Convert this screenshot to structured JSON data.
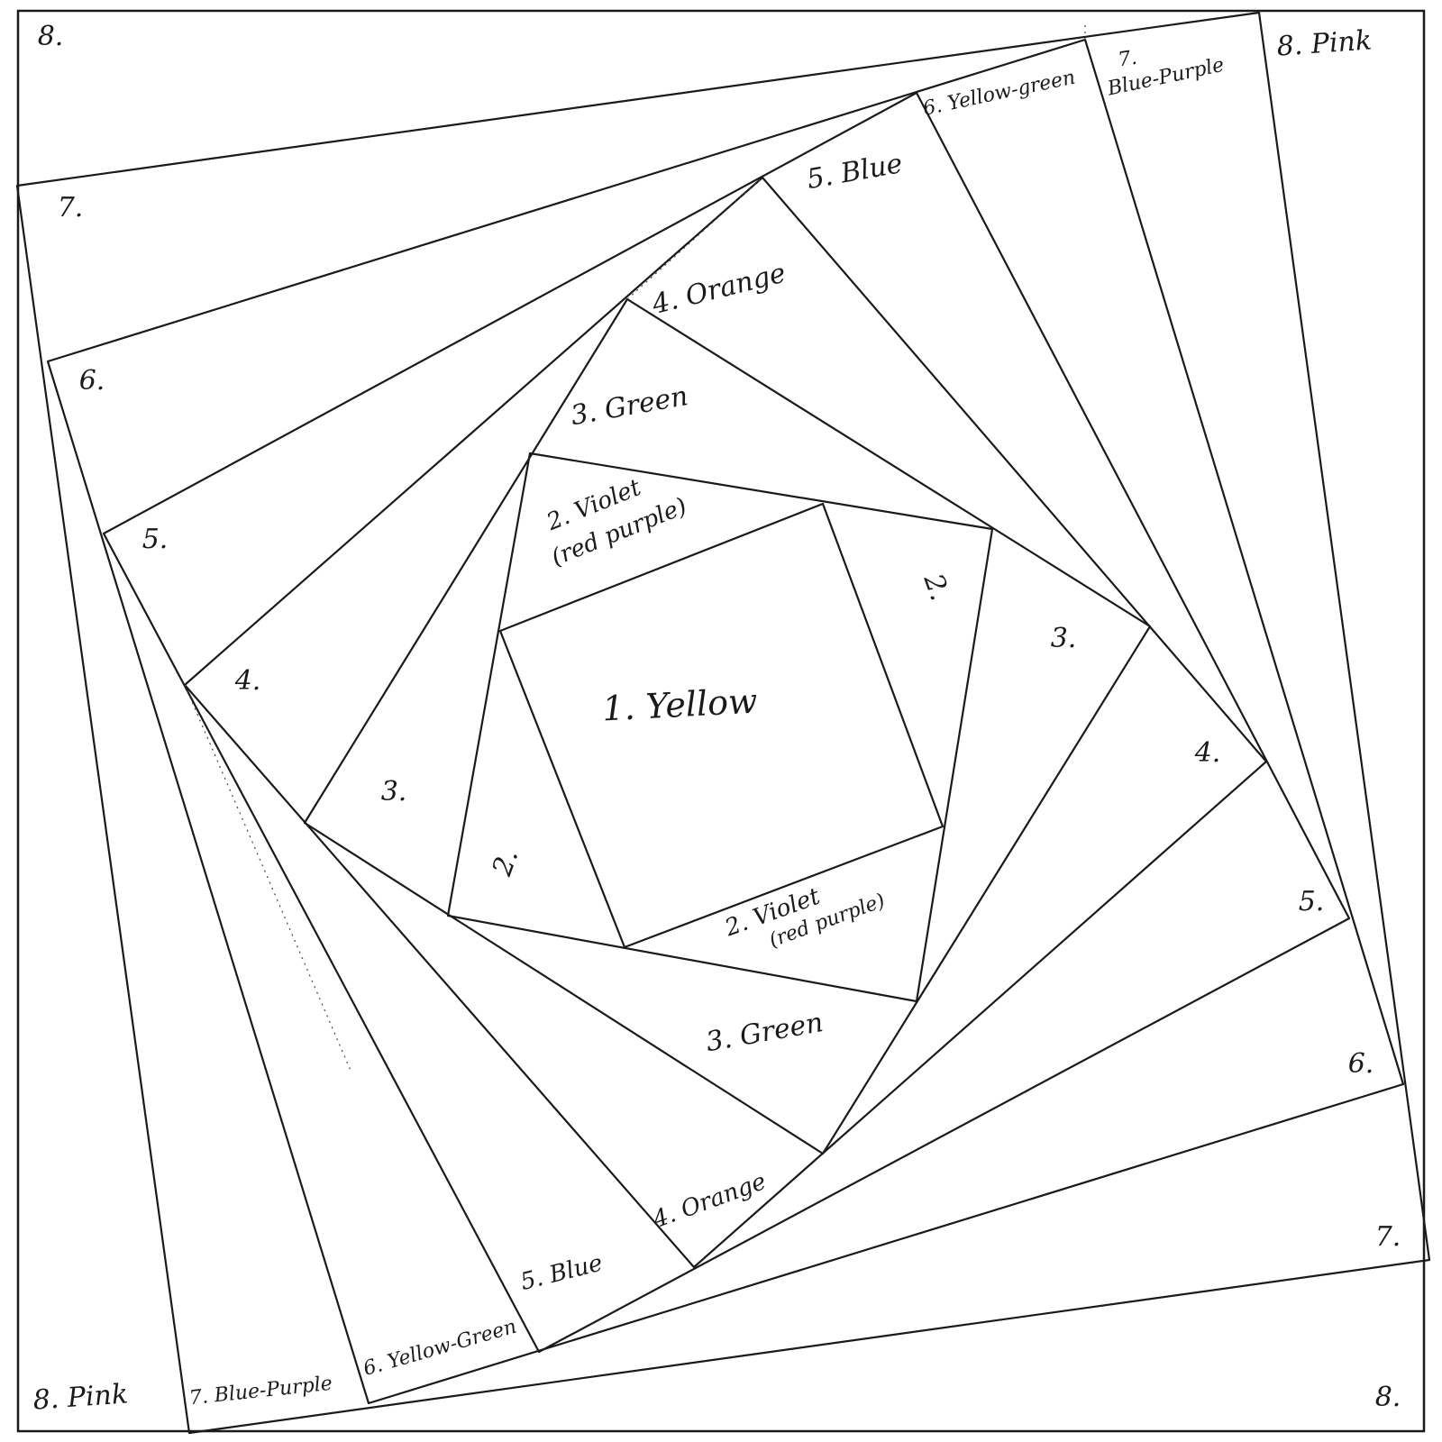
{
  "center": {
    "label": "1. Yellow"
  },
  "round2": {
    "top": [
      "2. Violet",
      "(red purple)"
    ],
    "bottom": [
      "2. Violet",
      "(red purple)"
    ],
    "right": "2.",
    "left": "2."
  },
  "round3": {
    "top": "3. Green",
    "bottom": "3. Green",
    "right": "3.",
    "left": "3."
  },
  "round4": {
    "top": "4. Orange",
    "bottom": "4. Orange",
    "right": "4.",
    "left": "4."
  },
  "round5": {
    "top": "5. Blue",
    "bottom": "5. Blue",
    "right": "5.",
    "left": "5."
  },
  "round6": {
    "top": "6. Yellow-green",
    "bottom": "6. Yellow-Green",
    "right": "6.",
    "left": "6."
  },
  "round7": {
    "top": [
      "7.",
      "Blue-Purple"
    ],
    "bottom": "7. Blue-Purple",
    "right": "7.",
    "left": "7."
  },
  "round8": {
    "top_right": "8. Pink",
    "bottom_left": "8. Pink",
    "top_left": "8.",
    "bottom_right": "8."
  }
}
